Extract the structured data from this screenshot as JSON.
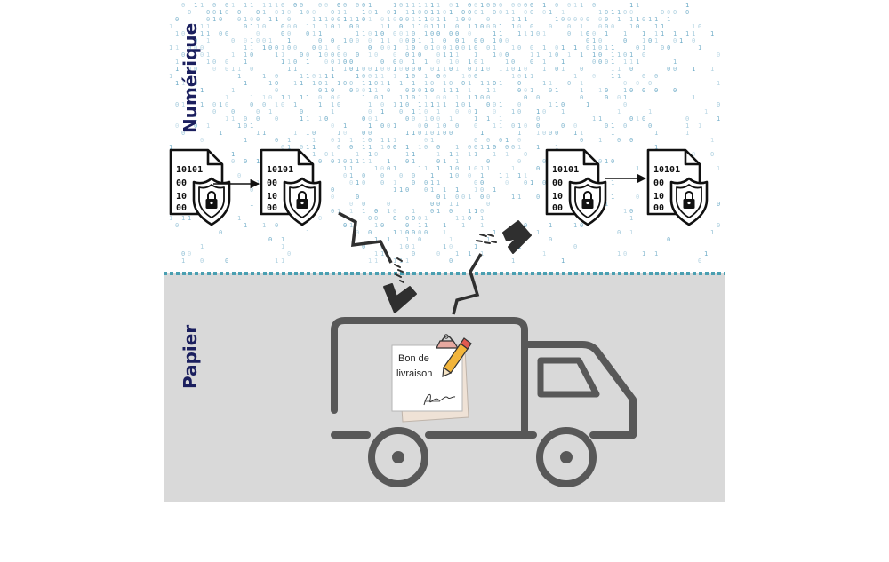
{
  "labels": {
    "digital": "Numérique",
    "paper": "Papier"
  },
  "delivery_note": {
    "line1": "Bon de",
    "line2": "livraison"
  },
  "document_icon": {
    "row1": "10101",
    "row2": "00",
    "row3": "10",
    "row4": "00",
    "name": "secure-document-icon"
  },
  "colors": {
    "label": "#1b1f5e",
    "binary": "#5aa0c0",
    "divider": "#4a9fb1",
    "paper_bg": "#d9d9d9",
    "truck": "#585858",
    "arrow": "#2f2f2f"
  },
  "icons": {
    "truck": "truck-icon",
    "lightning_arrow": "lightning-arrow-icon",
    "paperclip": "paperclip-icon",
    "pencil": "pencil-icon",
    "signature": "signature-icon",
    "lock": "lock-icon",
    "shield": "shield-icon"
  }
}
